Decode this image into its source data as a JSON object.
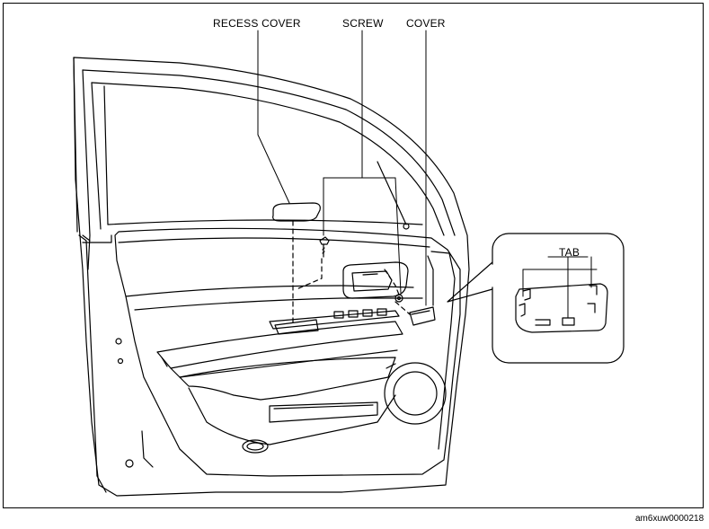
{
  "labels": {
    "recess_cover": "RECESS COVER",
    "screw": "SCREW",
    "cover": "COVER",
    "tab": "TAB"
  },
  "figure_code": "am6xuw0000218"
}
